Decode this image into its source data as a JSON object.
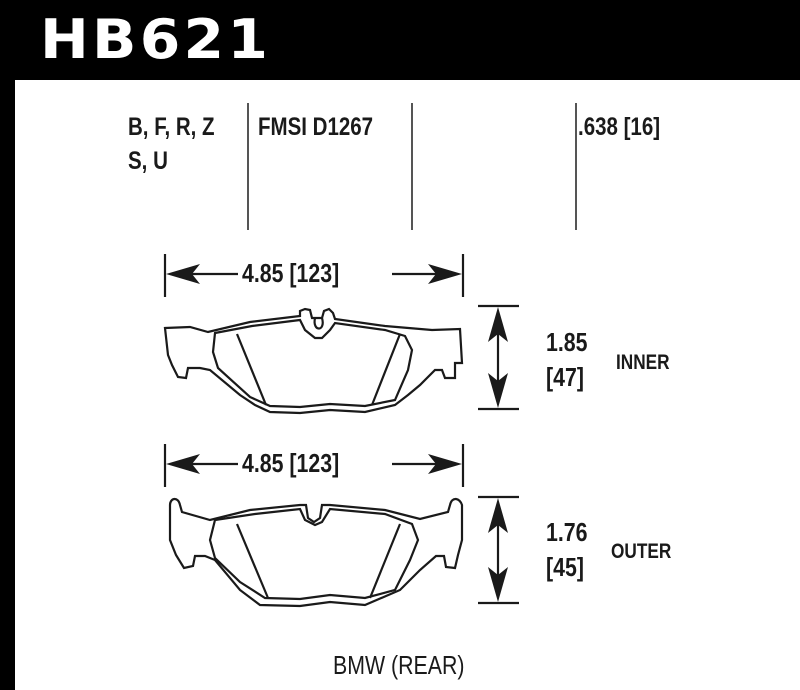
{
  "header": {
    "part_number": "HB621"
  },
  "specs": {
    "compounds_line1": "B, F, R, Z",
    "compounds_line2": "S, U",
    "fmsi": "FMSI D1267",
    "thickness": ".638 [16]"
  },
  "inner_pad": {
    "width_dim": "4.85 [123]",
    "height_dim": "1.85",
    "height_dim_mm": "[47]",
    "label": "INNER"
  },
  "outer_pad": {
    "width_dim": "4.85 [123]",
    "height_dim": "1.76",
    "height_dim_mm": "[45]",
    "label": "OUTER"
  },
  "footer": {
    "application": "BMW (REAR)"
  },
  "colors": {
    "band": "#000000",
    "line": "#1a1a1a",
    "background": "#ffffff"
  }
}
